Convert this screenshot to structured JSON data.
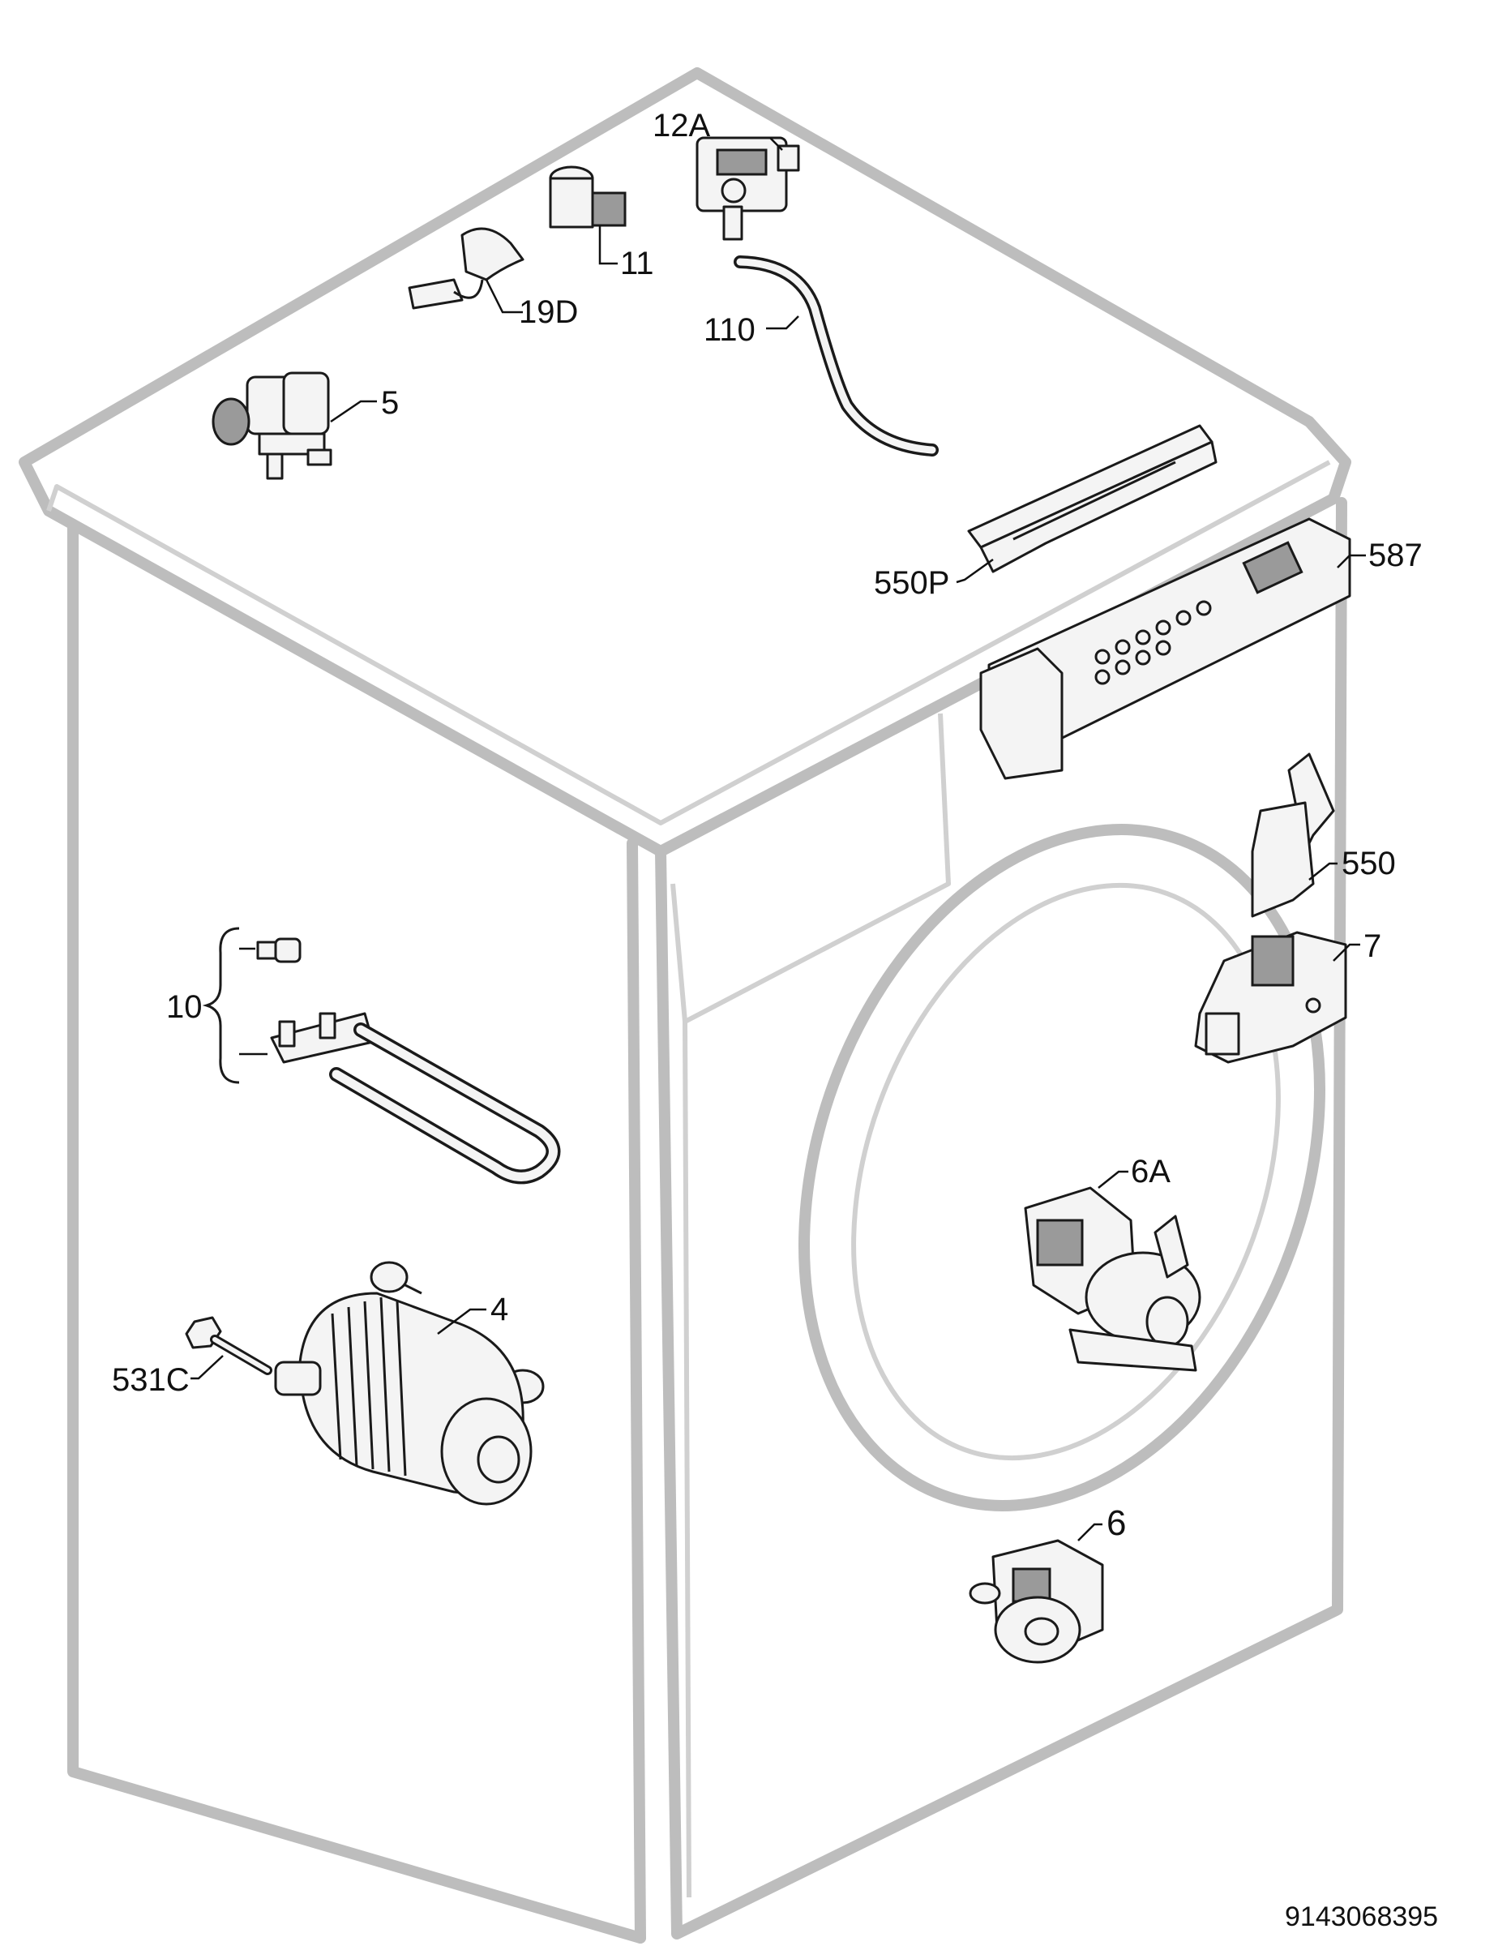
{
  "diagram": {
    "document_code": "9143068395",
    "colors": {
      "cabinet_outline": "#bdbdbd",
      "part_stroke": "#1a1a1a",
      "label": "#111111"
    },
    "callouts": [
      {
        "id": "12a",
        "label": "12A"
      },
      {
        "id": "11",
        "label": "11"
      },
      {
        "id": "19d",
        "label": "19D"
      },
      {
        "id": "110",
        "label": "110"
      },
      {
        "id": "5",
        "label": "5"
      },
      {
        "id": "550p",
        "label": "550P"
      },
      {
        "id": "587",
        "label": "587"
      },
      {
        "id": "550",
        "label": "550"
      },
      {
        "id": "7",
        "label": "7"
      },
      {
        "id": "10",
        "label": "10"
      },
      {
        "id": "6a",
        "label": "6A"
      },
      {
        "id": "4",
        "label": "4"
      },
      {
        "id": "531c",
        "label": "531C"
      },
      {
        "id": "6",
        "label": "6"
      }
    ]
  }
}
